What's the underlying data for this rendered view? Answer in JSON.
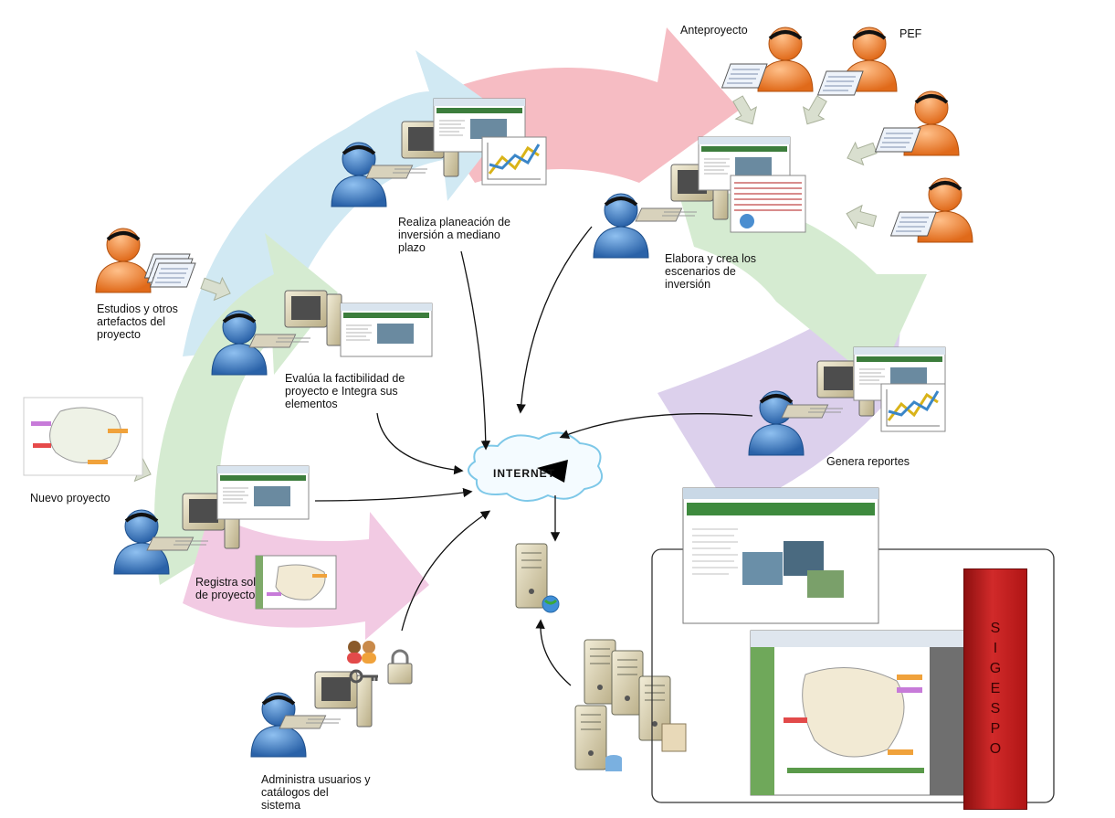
{
  "labels": {
    "anteproyecto": "Anteproyecto",
    "pef": "PEF",
    "realiza": "Realiza planeación de\ninversión a mediano\nplazo",
    "elabora": "Elabora y crea los\nescenarios de\ninversión",
    "estudios": "Estudios y otros\nartefactos del\nproyecto",
    "evalua": "Evalúa la factibilidad de\nproyecto e Integra sus\nelementos",
    "nuevo": "Nuevo proyecto",
    "genera": "Genera reportes",
    "registra": "Registra sol\nde proyecto",
    "administra": "Administra usuarios y\ncatálogos del\nsistema",
    "internet": "INTERNET"
  },
  "sigespo_letters": [
    "S",
    "I",
    "G",
    "E",
    "S",
    "P",
    "O"
  ],
  "colors": {
    "arrow_blue": "#cfe8f2",
    "arrow_red": "#f5b8bf",
    "arrow_green": "#d3e9cf",
    "arrow_purple": "#d9cdea",
    "arrow_pink": "#f1c8e2",
    "person_blue": "#3f7fc6",
    "person_orange": "#f08a3a",
    "sigespo_red": "#c81f1f"
  }
}
